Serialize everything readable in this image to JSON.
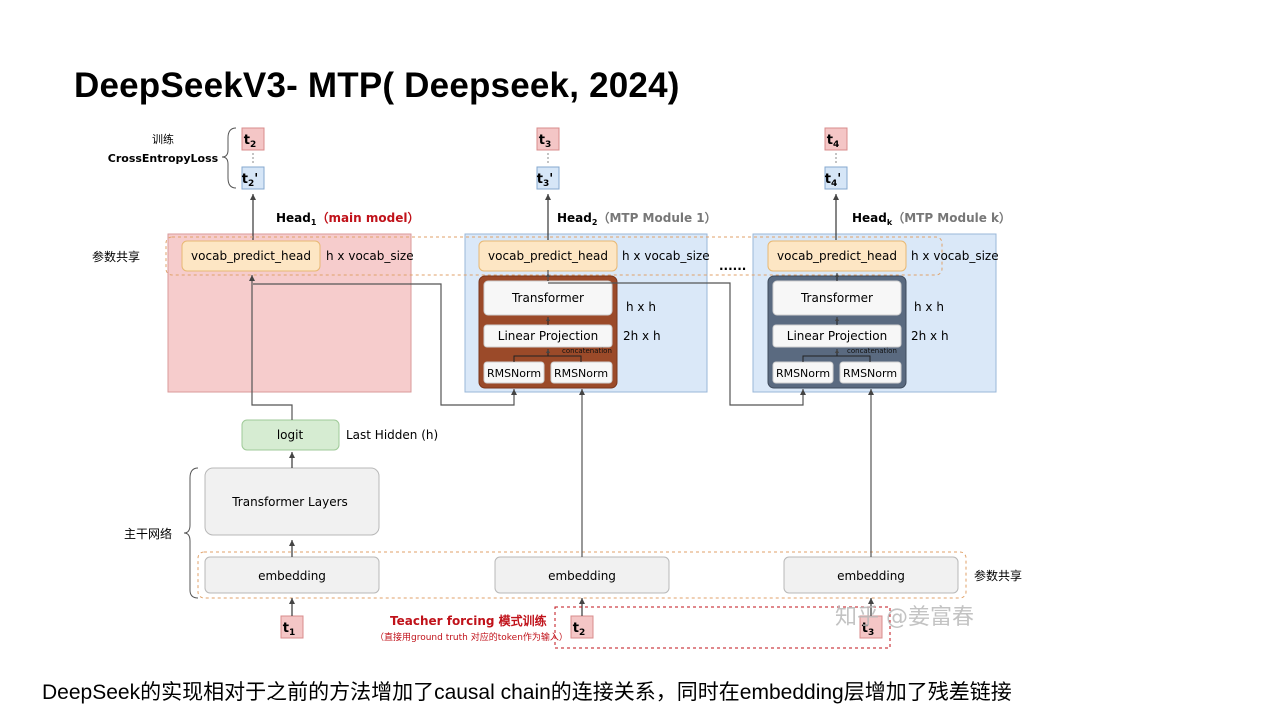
{
  "slide": {
    "title": "DeepSeekV3- MTP( Deepseek, 2024)",
    "caption": "DeepSeek的实现相对于之前的方法增加了causal chain的连接关系，同时在embedding层增加了残差链接"
  },
  "diagram": {
    "train_label": "训练",
    "loss_label": "CrossEntropyLoss",
    "param_share_label": "参数共享",
    "backbone_label": "主干网络",
    "param_share_bottom_label": "参数共享",
    "targets": [
      {
        "main": "t",
        "sub": "2"
      },
      {
        "main": "t",
        "sub": "3"
      },
      {
        "main": "t",
        "sub": "4"
      }
    ],
    "preds": [
      {
        "main": "t",
        "sub": "2",
        "suffix": "'"
      },
      {
        "main": "t",
        "sub": "3",
        "suffix": "'"
      },
      {
        "main": "t",
        "sub": "4",
        "suffix": "'"
      }
    ],
    "heads": [
      {
        "main": "Head",
        "sub": "1",
        "note": "（main model）"
      },
      {
        "main": "Head",
        "sub": "2",
        "note": "（MTP Module 1）"
      },
      {
        "main": "Head",
        "sub": "k",
        "note": "（MTP Module k）"
      }
    ],
    "vocab_head_label": "vocab_predict_head",
    "vocab_dim_label": "h x vocab_size",
    "transformer_label": "Transformer",
    "transformer_dim_label": "h x h",
    "linear_proj_label": "Linear Projection",
    "linear_dim_label": "2h x h",
    "concat_label": "concatenation",
    "rmsnorm_label": "RMSNorm",
    "ellipsis": "......",
    "logit_label": "logit",
    "last_hidden_label": "Last Hidden (h)",
    "transformer_layers_label": "Transformer Layers",
    "embedding_label": "embedding",
    "inputs": [
      {
        "main": "t",
        "sub": "1"
      },
      {
        "main": "t",
        "sub": "2"
      },
      {
        "main": "t",
        "sub": "3"
      }
    ],
    "teacher_forcing_label": "Teacher forcing 模式训练",
    "teacher_forcing_note": "（直接用ground truth 对应的token作为输入）",
    "watermark": "知乎 @姜富春",
    "colors": {
      "main_panel": "#f6cccc",
      "mtp_panel": "#dae8f8",
      "vocab_head": "#fde6c4",
      "brown_module": "#9b4a29",
      "slate_module": "#5a6a80",
      "token_target": "#f4c6c6",
      "token_pred": "#d6e6f7",
      "logit": "#d6ecd2",
      "accent_red": "#c0121a"
    }
  }
}
